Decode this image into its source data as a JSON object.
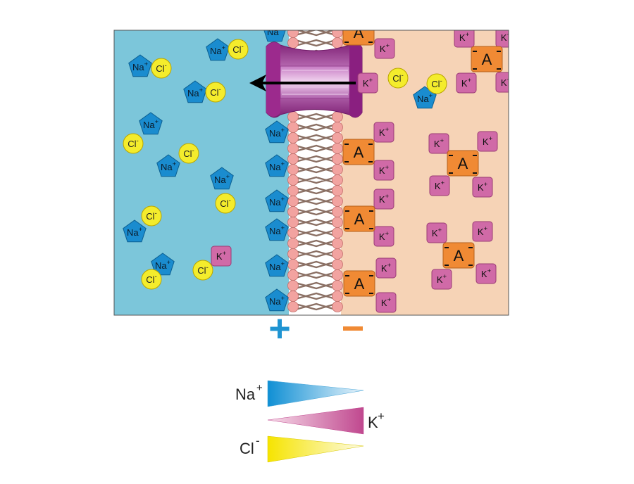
{
  "labels": {
    "na": "Na",
    "k": "K",
    "cl": "Cl",
    "anion": "A",
    "plus_sign": "+",
    "minus_sign": "-",
    "superscript_plus": "+",
    "superscript_minus": "-"
  },
  "legend": {
    "na_label": "Na",
    "na_charge": "+",
    "k_label": "K",
    "k_charge": "+",
    "cl_label": "Cl",
    "cl_charge": "-"
  },
  "charge_markers": {
    "outside": "+",
    "inside": "−"
  },
  "colors": {
    "outside_fluid": "#7cc6da",
    "inside_fluid": "#f6d3b6",
    "na_ion": "#1a8ccf",
    "cl_ion": "#f4ec2c",
    "k_ion": "#d06aa7",
    "anion": "#f08a34",
    "lipid_head": "#f2a3a0",
    "lipid_tail": "#8a6f63",
    "channel": "#9c2a8d",
    "plus_color": "#1f94d2",
    "minus_color": "#f08a34"
  }
}
